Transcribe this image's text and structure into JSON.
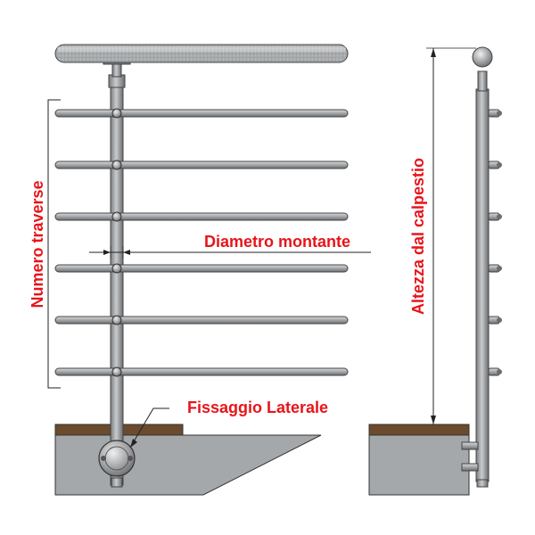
{
  "labels": {
    "rails_count": "Numero traverse",
    "post_diameter": "Diametro montante",
    "side_mount": "Fissaggio Laterale",
    "height_from_floor": "Altezza dal calpestio"
  },
  "colors": {
    "label": "#e8141a",
    "steel": "#a8abae",
    "steel_dark": "#5c5f62",
    "floor_top": "#6b4a2e",
    "slab": "#a5a8ab",
    "dimension_line": "#222222"
  },
  "rails": {
    "count": 6
  },
  "side_post_brackets": {
    "count": 6
  }
}
